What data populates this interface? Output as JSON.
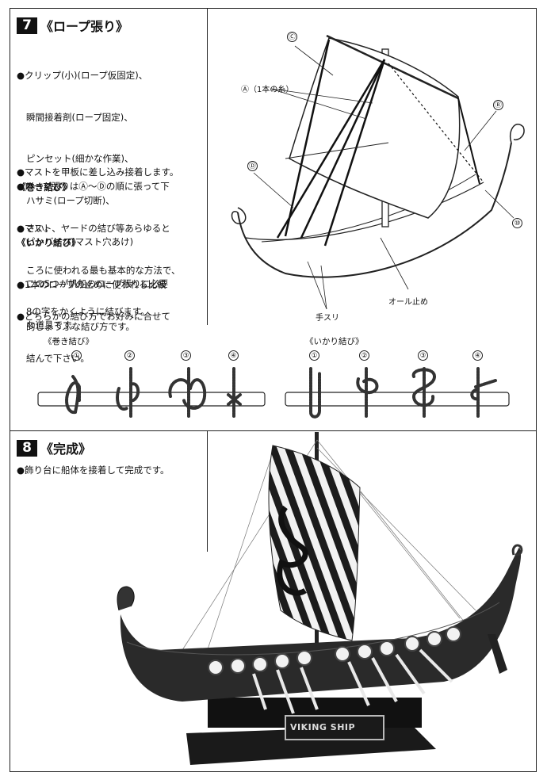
{
  "step7": {
    "number": "7",
    "title": "《ロープ張り》",
    "bullets": [
      [
        "●クリップ(小)(ロープ仮固定)、",
        "瞬間接着剤(ロープ固定)、",
        "ピンセット(細かな作業)、",
        "ハサミ(ロープ切断)、",
        "ピンバイス(マスト穴あけ)",
        "この5つが帆船のロープ張りに必要",
        "な道具です。"
      ],
      [
        "●マストを甲板に差し込み接着します。"
      ],
      [
        "●ロープ張りはⒶ〜Ⓓの順に張って下",
        "さい。"
      ]
    ],
    "makimusubi_title": "《巻き結び》",
    "makimusubi_text": [
      "●マスト、ヤードの結び等あらゆると",
      "ころに使われる最も基本的な方法で、",
      "8の字をかくように結びます。"
    ],
    "ikari_title": "《いかり結び》",
    "ikari_text1": [
      "●1本のロープの止めに使われる比較",
      "的じょうぶな結び方です。"
    ],
    "ikari_text2": [
      "●どちらかの結び方でお好みに合せて",
      "結んで下さい。"
    ],
    "labels": {
      "c": "Ⓒ",
      "a": "Ⓐ（1本の糸）",
      "b": "Ⓑ",
      "d": "Ⓓ",
      "ten": "⑩",
      "oar_stop": "オール止め",
      "handrail": "手スリ"
    },
    "knots": {
      "maki_title": "《巻き結び》",
      "ikari_title": "《いかり結び》",
      "steps": [
        "①",
        "②",
        "③",
        "④"
      ]
    }
  },
  "step8": {
    "number": "8",
    "title": "《完成》",
    "text": "●飾り台に船体を接着して完成です。",
    "plaque": "VIKING SHIP"
  }
}
